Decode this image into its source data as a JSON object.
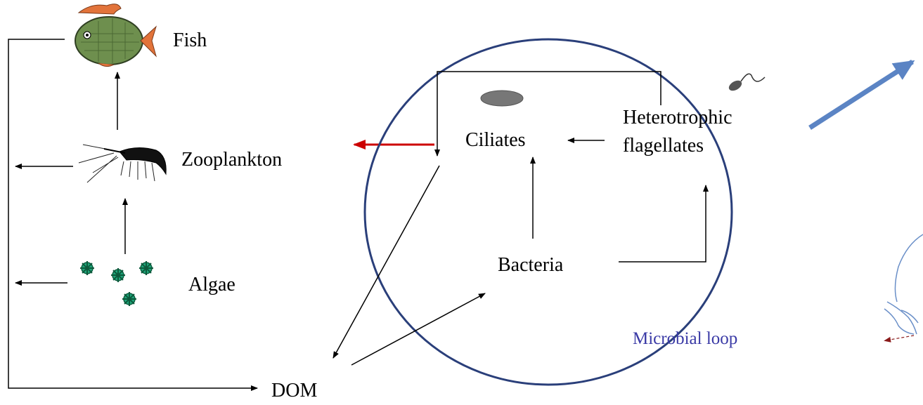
{
  "nodes": {
    "fish": {
      "label": "Fish"
    },
    "zooplankton": {
      "label": "Zooplankton"
    },
    "algae": {
      "label": "Algae"
    },
    "dom": {
      "label": "DOM"
    },
    "ciliates": {
      "label": "Ciliates"
    },
    "heterotrophic_flagellates": {
      "label_line1": "Heterotrophic",
      "label_line2": "flagellates"
    },
    "bacteria": {
      "label": "Bacteria"
    }
  },
  "microbial_loop": {
    "label": "Microbial loop",
    "label_color": "#3a3aa6",
    "outline_color": "#2a3f7a"
  },
  "colors": {
    "arrow": "#000000",
    "highlight_arrow": "#cc0000",
    "outgoing_arrow": "#5b84c4",
    "algae": "#1fa67a",
    "fish_body": "#6e8f4e",
    "fish_fin": "#e2733a",
    "ciliate": "#777777"
  },
  "icons": [
    "fish-icon",
    "shrimp-icon",
    "algae-icon",
    "ciliate-icon",
    "flagellate-icon",
    "tooth-sketch-icon"
  ]
}
